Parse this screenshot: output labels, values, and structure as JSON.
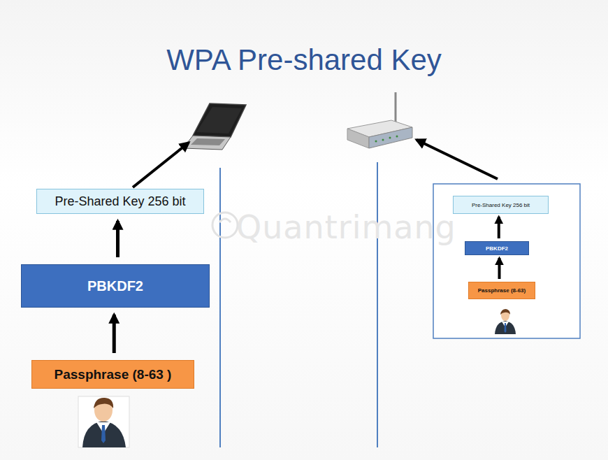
{
  "diagram": {
    "title": "WPA Pre-shared Key",
    "nodes": [
      {
        "text": [
          "Pre-Shared Key 256 bit"
        ]
      },
      {
        "text": [
          "PBKDF2"
        ]
      },
      {
        "text": [
          "Passphrase (8-63 )"
        ]
      },
      {
        "text": [
          "Pre-Shared Key 256 bit"
        ]
      },
      {
        "text": [
          "PBKDF2"
        ]
      },
      {
        "text": [
          "Passphrase (8-63)"
        ]
      }
    ],
    "edges": [
      {
        "from": 1,
        "to": 0,
        "arrow": "to"
      },
      {
        "from": 2,
        "to": 1,
        "arrow": "to"
      },
      {
        "from": 4,
        "to": 3,
        "arrow": "to"
      },
      {
        "from": 5,
        "to": 4,
        "arrow": "to"
      }
    ],
    "labels": [
      "Quantrimang"
    ]
  }
}
